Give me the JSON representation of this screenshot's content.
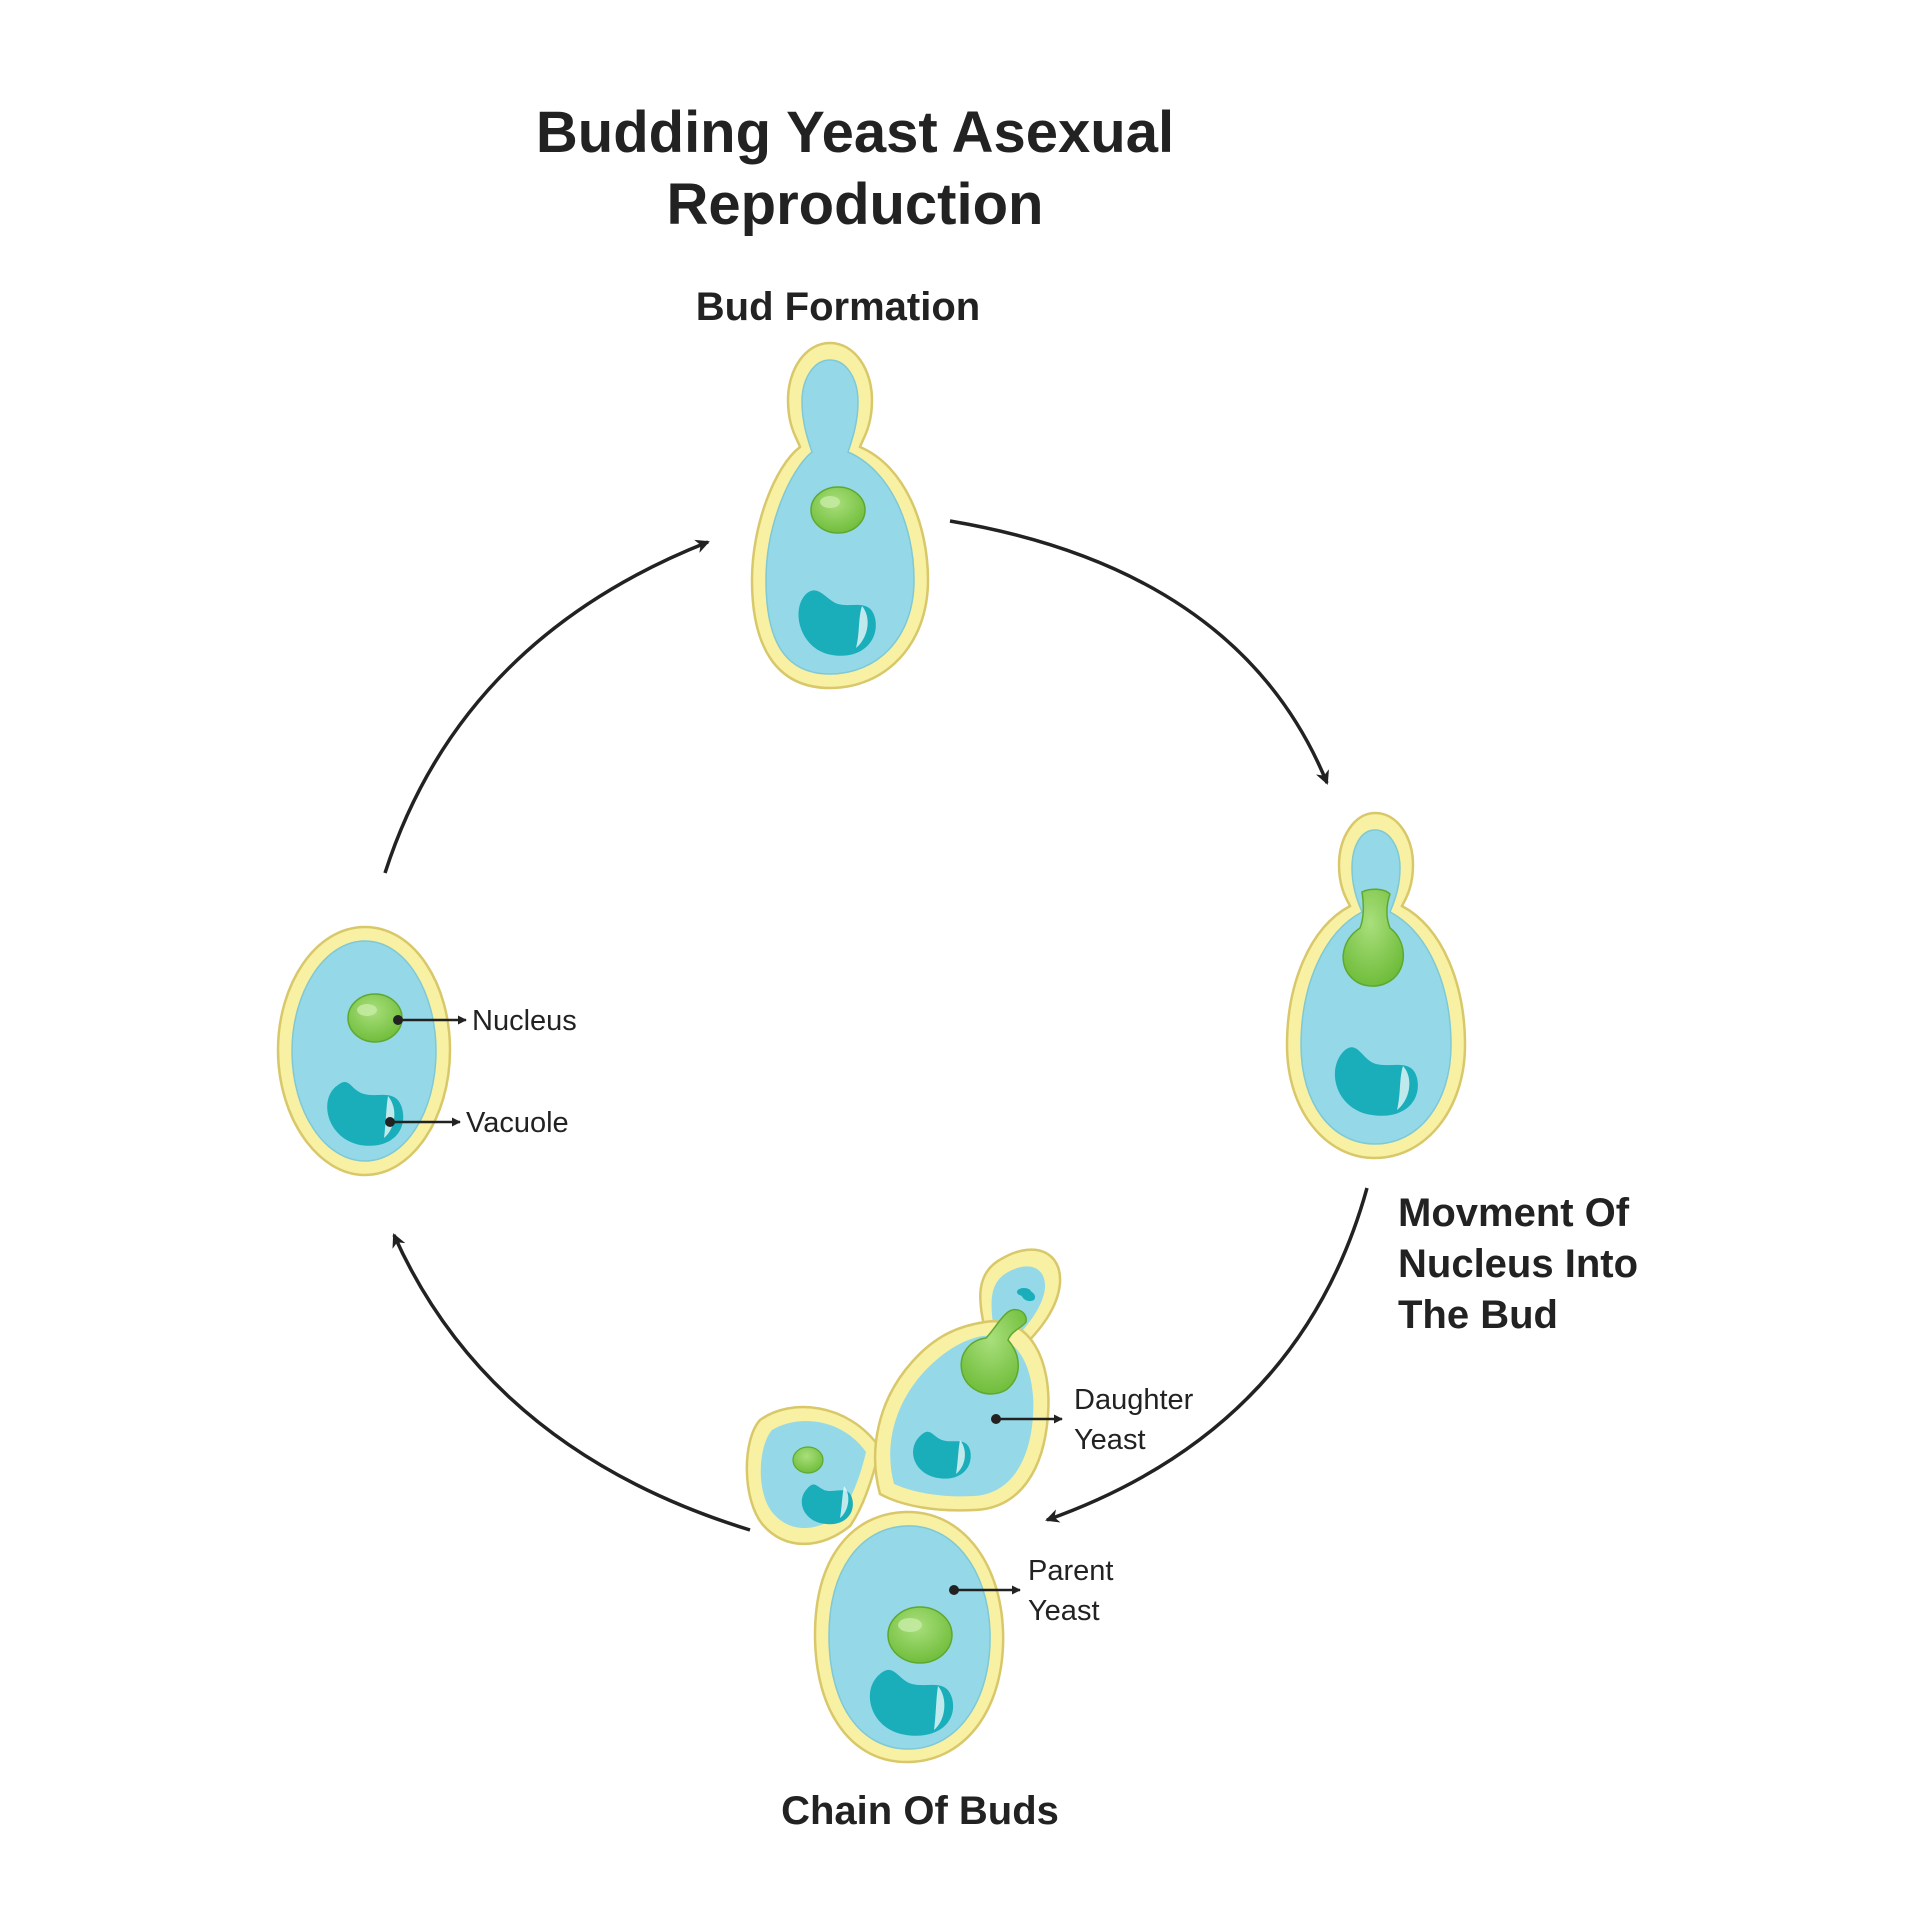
{
  "title": {
    "line1": "Budding Yeast Asexual",
    "line2": "Reproduction"
  },
  "stages": {
    "bud_formation": "Bud Formation",
    "movement": {
      "line1": "Movment Of",
      "line2": "Nucleus Into",
      "line3": "The Bud"
    },
    "chain": "Chain Of Buds"
  },
  "parts": {
    "nucleus": "Nucleus",
    "vacuole": "Vacuole",
    "daughter": {
      "line1": "Daughter",
      "line2": "Yeast"
    },
    "parent": {
      "line1": "Parent",
      "line2": "Yeast"
    }
  },
  "colors": {
    "cell_wall": "#f8f0a2",
    "wall_outline": "#d8c86a",
    "cytoplasm": "#95d9e8",
    "nucleus": "#7cc544",
    "vacuole": "#1aaeba",
    "arrow": "#222222"
  }
}
